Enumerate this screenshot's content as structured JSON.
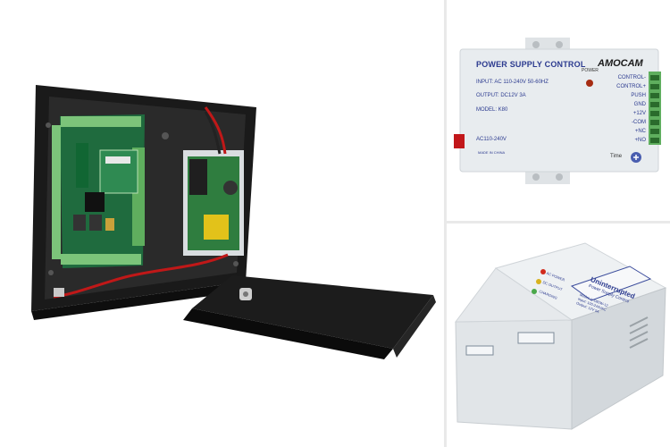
{
  "colors": {
    "enclosure": "#1b1b1b",
    "pcb": "#1f6b3e",
    "terminal": "#7cc47a",
    "power_box": "#e8ecef",
    "brand_blue": "#2b3a8f"
  },
  "psu_top": {
    "title": "POWER SUPPLY CONTROL",
    "brand": "AMOCAM",
    "power_label": "POWER",
    "input": "INPUT: AC 110-240V 50-60HZ",
    "output": "OUTPUT: DC12V 3A",
    "model": "MODEL: K80",
    "ac": "AC110-240V",
    "made": "MADE IN CHINA",
    "time": "Time",
    "terminals": [
      "CONTROL-",
      "CONTROL+",
      "PUSH",
      "GND",
      "+12V",
      "-COM",
      "+NC",
      "+NO"
    ]
  },
  "psu_bottom": {
    "title": "Uninterrupted",
    "subtitle": "Power Supply Control",
    "leds": [
      "AC POWER",
      "DC OUTPUT",
      "CHARGING"
    ],
    "spec_lines": [
      "Model: K-D80W-12",
      "Input: 100-240VAC",
      "Output: 12V 5A"
    ]
  }
}
